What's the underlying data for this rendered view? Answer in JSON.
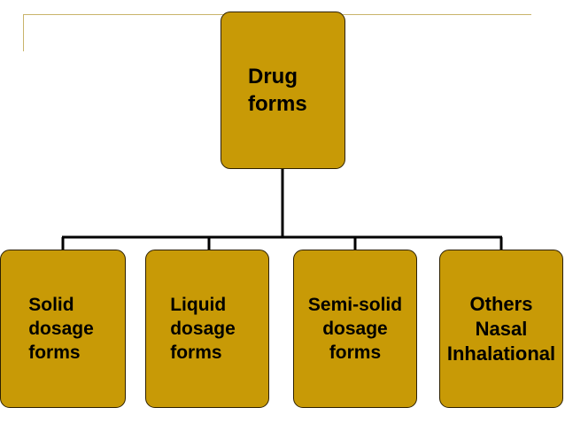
{
  "diagram": {
    "root": {
      "label": "Drug\nforms"
    },
    "children": [
      {
        "id": "solid",
        "label": "Solid\ndosage\nforms"
      },
      {
        "id": "liquid",
        "label": "Liquid\ndosage\nforms"
      },
      {
        "id": "semi-solid",
        "label": "Semi-solid\ndosage\nforms"
      },
      {
        "id": "others",
        "label": "Others\nNasal\nInhalational"
      }
    ]
  },
  "colors": {
    "box_fill": "#c89a06",
    "box_border": "#2d2000",
    "connector": "#000000",
    "decoration": "#c9b46a"
  }
}
